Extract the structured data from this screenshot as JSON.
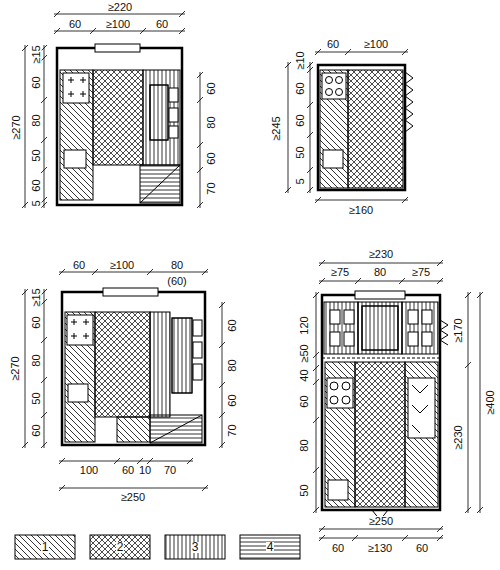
{
  "diagram": {
    "labels": [
      "≥220",
      "60",
      "≥100",
      "60",
      "≥270",
      "60",
      "≥15",
      "80",
      "50",
      "60",
      "5",
      "60",
      "80",
      "60",
      "70",
      "60",
      "≥100",
      "≥245",
      "≥10",
      "60",
      "60",
      "50",
      "5",
      "≥160",
      "60",
      "≥100",
      "80",
      "(60)",
      "≥270",
      "≥15",
      "60",
      "80",
      "50",
      "60",
      "60",
      "80",
      "60",
      "70",
      "100",
      "60",
      "10",
      "70",
      "≥250",
      "≥230",
      "≥75",
      "80",
      "≥75",
      "120",
      "≥50",
      "40",
      "60",
      "80",
      "50",
      "≥170",
      "≥400",
      "≥230",
      "≥250",
      "60",
      "≥130",
      "60"
    ],
    "legend": [
      {
        "text": "1"
      },
      {
        "text": "2"
      },
      {
        "text": "3"
      },
      {
        "text": "4"
      }
    ]
  }
}
